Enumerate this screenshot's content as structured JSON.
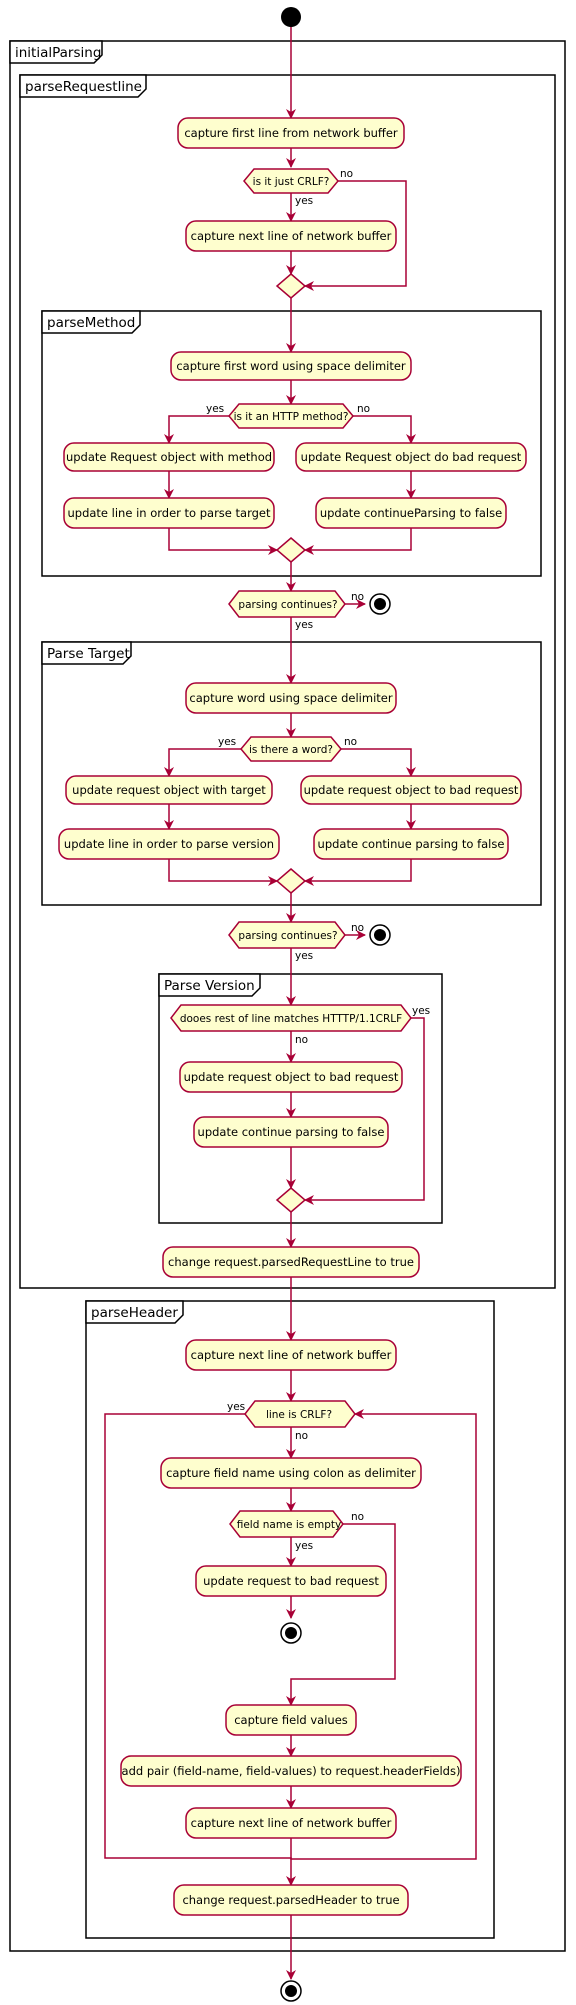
{
  "frames": {
    "initial_parsing": "initialParsing",
    "parse_request_line": "parseRequestline",
    "parse_method": "parseMethod",
    "parse_target": "Parse Target",
    "parse_version": "Parse Version",
    "parse_header": "parseHeader"
  },
  "activities": {
    "capture_first_line": "capture first line from network buffer",
    "capture_next_line_1": "capture next line of network buffer",
    "capture_first_word": "capture first word using space delimiter",
    "update_method": "update Request object with method",
    "update_bad_request_method": "update Request object do bad request",
    "update_line_target": "update line in order to parse target",
    "update_continue_false_1": "update continueParsing to false",
    "capture_word": "capture word using space delimiter",
    "update_target": "update  request object with target",
    "update_bad_request_target": "update request object to bad request",
    "update_line_version": "update line in order to parse version",
    "update_continue_false_2": "update continue parsing to false",
    "update_bad_request_version": "update request object to bad request",
    "update_continue_false_3": "update continue parsing to false",
    "change_parsed_request_line": "change request.parsedRequestLine to true",
    "capture_next_line_2": "capture next line of network buffer",
    "capture_field_name": "capture field name using colon as delimiter",
    "update_request_bad": "update request to bad request",
    "capture_field_values": "capture field values",
    "add_pair": "add pair (field-name, field-values) to request.headerFields)",
    "capture_next_line_3": "capture next line of network buffer",
    "change_parsed_header": "change request.parsedHeader to true"
  },
  "decisions": {
    "just_crlf": "is it just CRLF?",
    "http_method": "is it an HTTP method?",
    "continues_1": "parsing continues?",
    "is_word": "is there a word?",
    "continues_2": "parsing continues?",
    "matches_version": "dooes rest of line matches HTTTP/1.1CRLF",
    "line_crlf": "line is CRLF?",
    "field_empty": "field name is empty"
  },
  "labels": {
    "yes": "yes",
    "no": "no"
  }
}
